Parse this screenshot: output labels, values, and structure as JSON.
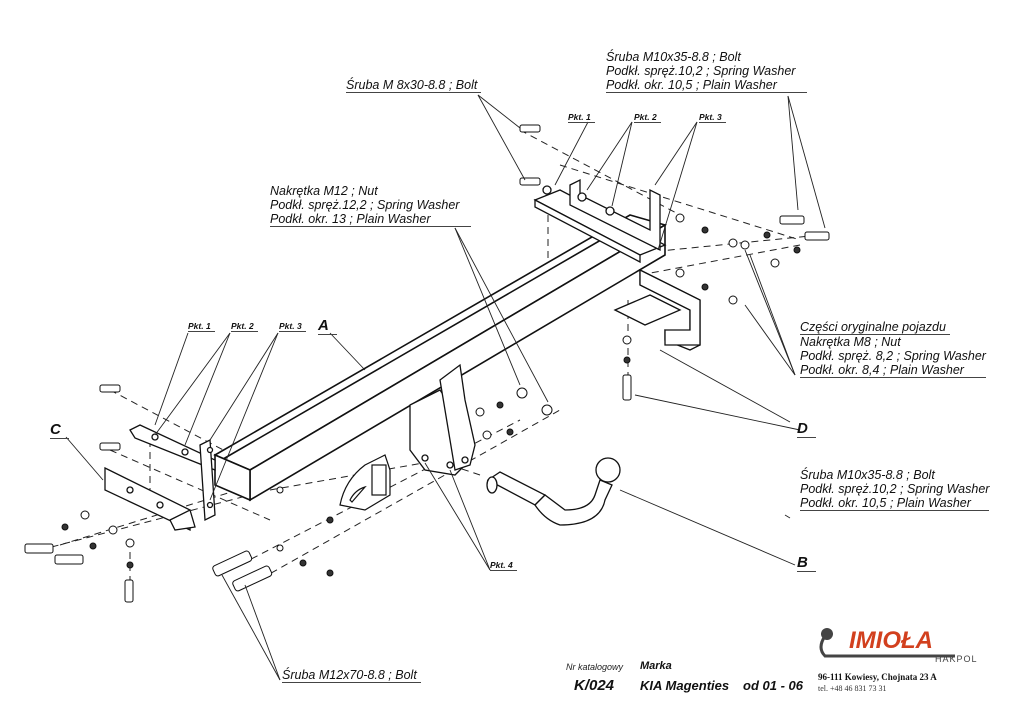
{
  "labels": {
    "bolt_m8": [
      "Śruba M 8x30-8.8 ;  Bolt"
    ],
    "bolt_m10_top": [
      "Śruba M10x35-8.8 ;  Bolt",
      "Podkł. spręż.10,2 ; Spring Washer",
      "Podkł. okr. 10,5 ; Plain Washer"
    ],
    "nut_m12": [
      "Nakrętka  M12 ; Nut",
      "Podkł. spręż.12,2 ; Spring Washer",
      "Podkł. okr. 13 ; Plain Washer"
    ],
    "original_parts": [
      "Części oryginalne pojazdu",
      "Nakrętka  M8 ; Nut",
      "Podkł. spręż. 8,2 ; Spring Washer",
      "Podkł. okr. 8,4 ; Plain Washer"
    ],
    "bolt_m10_bottom": [
      "Śruba M10x35-8.8 ;  Bolt",
      "Podkł. spręż.10,2 ; Spring Washer",
      "Podkł. okr. 10,5 ; Plain Washer"
    ],
    "bolt_m12": [
      "Śruba M12x70-8.8 ;  Bolt"
    ]
  },
  "points": {
    "top": [
      "Pkt. 1",
      "Pkt. 2",
      "Pkt. 3"
    ],
    "left": [
      "Pkt. 1",
      "Pkt. 2",
      "Pkt. 3"
    ],
    "bottom": "Pkt. 4"
  },
  "part_letters": {
    "a": "A",
    "b": "B",
    "c": "C",
    "d": "D"
  },
  "title_block": {
    "catalog_label": "Nr katalogowy",
    "catalog_number": "K/024",
    "brand_label": "Marka",
    "brand_model": "KIA Magenties",
    "date_range": "od  01 - 06"
  },
  "company": {
    "name": "IMIOŁA",
    "sub": "HAKPOL",
    "address": "96-111 Kowiesy, Chojnata 23 A",
    "phone": "tel. +48 46 831 73 31",
    "brand_color": "#d2401e"
  }
}
